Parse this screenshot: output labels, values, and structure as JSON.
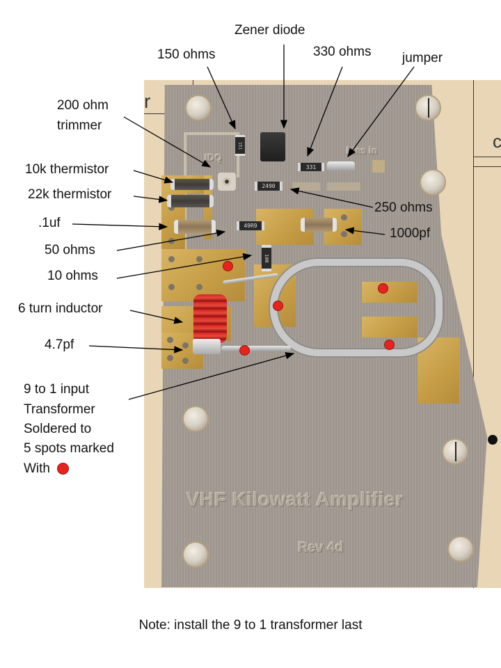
{
  "labels": {
    "zener_diode": "Zener diode",
    "r150": "150 ohms",
    "r330": "330 ohms",
    "jumper": "jumper",
    "trimmer_line1": "200 ohm",
    "trimmer_line2": "trimmer",
    "therm10k": "10k thermistor",
    "therm22k": "22k thermistor",
    "cap01uf": ".1uf",
    "r250": "250 ohms",
    "c1000pf": "1000pf",
    "r50": "50 ohms",
    "r10": "10 ohms",
    "inductor": "6 turn inductor",
    "c47pf": "4.7pf",
    "transformer": {
      "line1": "9 to 1 input",
      "line2": "Transformer",
      "line3": "Soldered to",
      "line4": "5 spots marked",
      "line5": "With"
    }
  },
  "board_silkscreen": {
    "title": "VHF  Kilowatt  Amplifier",
    "revision": "Rev  4d",
    "bias": "bias  in",
    "idq": "IDQ",
    "paper_letter_left": "r",
    "paper_letter_right": "c"
  },
  "component_markings": {
    "r150": "151",
    "r330": "331",
    "r250": "2490",
    "r50": "49R9",
    "r10": "100"
  },
  "note": "Note: install the 9 to 1 transformer last",
  "colors": {
    "solder_spot": "#e8221c",
    "board": "#a69f97",
    "gold_pad": "#c9a04b",
    "inductor": "#d42424"
  },
  "solder_spots_count": 5
}
